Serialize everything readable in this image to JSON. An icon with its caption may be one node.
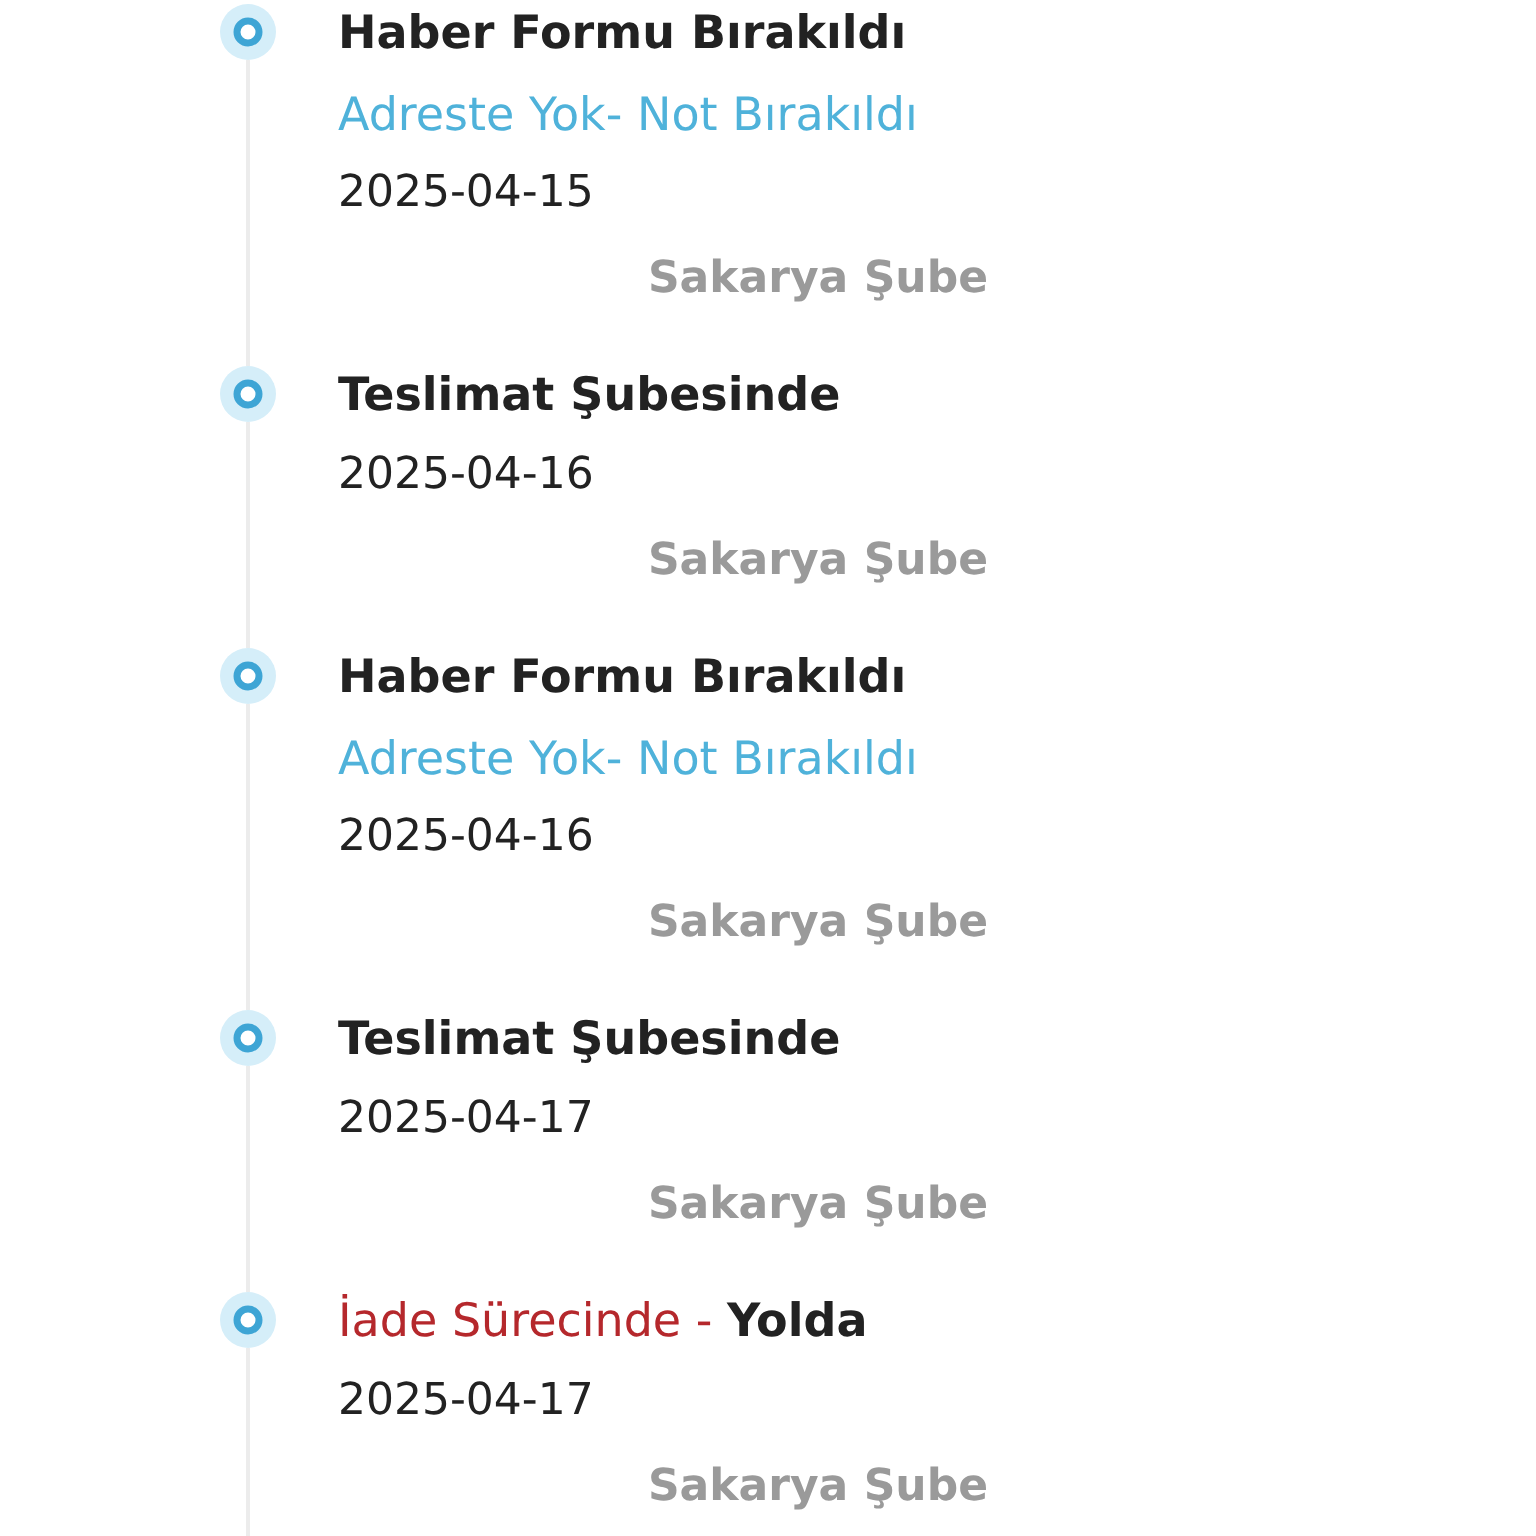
{
  "diagram": {
    "nodes": [
      {
        "text": [],
        "shape": "circle",
        "beside": [
          "Haber Formu Bırakıldı",
          "Adreste Yok- Not Bırakıldı",
          "2025-04-15",
          "Sakarya Şube"
        ]
      },
      {
        "text": [],
        "shape": "circle",
        "beside": [
          "Teslimat Şubesinde",
          "2025-04-16",
          "Sakarya Şube"
        ]
      },
      {
        "text": [],
        "shape": "circle",
        "beside": [
          "Haber Formu Bırakıldı",
          "Adreste Yok- Not Bırakıldı",
          "2025-04-16",
          "Sakarya Şube"
        ]
      },
      {
        "text": [],
        "shape": "circle",
        "beside": [
          "Teslimat Şubesinde",
          "2025-04-17",
          "Sakarya Şube"
        ]
      },
      {
        "text": [],
        "shape": "circle",
        "beside": [
          "İade Sürecinde - **Yolda**",
          "2025-04-17",
          "Sakarya Şube"
        ]
      }
    ],
    "edges": [
      {
        "from": 0,
        "to": 1,
        "arrow": "none"
      },
      {
        "from": 1,
        "to": 2,
        "arrow": "none"
      },
      {
        "from": 2,
        "to": 3,
        "arrow": "none"
      },
      {
        "from": 3,
        "to": 4,
        "arrow": "none"
      },
      {
        "from": 4,
        "to": null,
        "arrow": "none"
      }
    ]
  }
}
